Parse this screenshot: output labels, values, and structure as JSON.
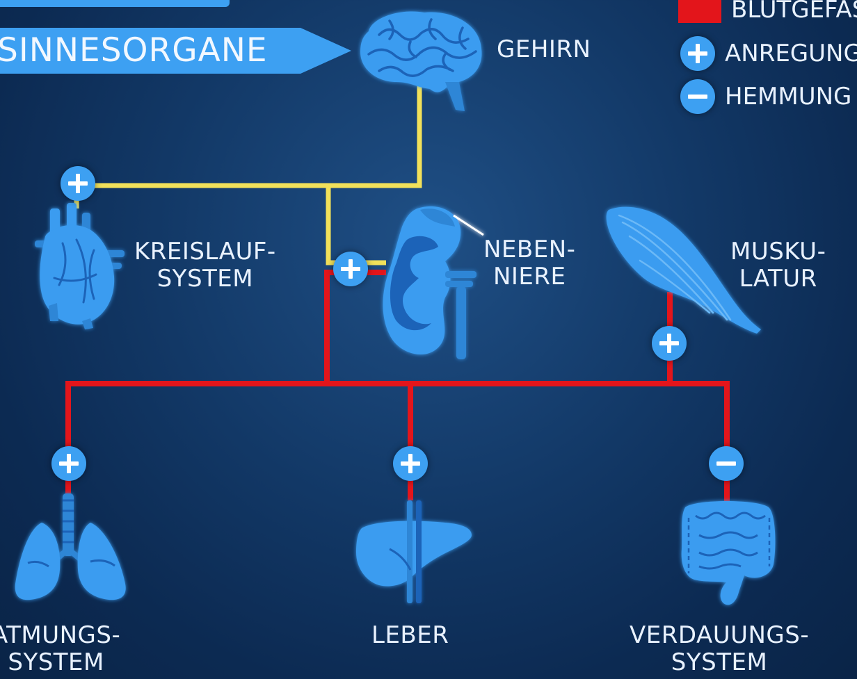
{
  "banner": {
    "label": "SINNESORGANE"
  },
  "legend": {
    "blood_vessel": "BLUTGEFÄSSE",
    "stimulation": "ANREGUNG",
    "inhibition": "HEMMUNG"
  },
  "organs": {
    "brain": "GEHIRN",
    "circulatory_line1": "KREISLAUF-",
    "circulatory_line2": "SYSTEM",
    "adrenal_line1": "NEBEN-",
    "adrenal_line2": "NIERE",
    "muscle_line1": "MUSKU-",
    "muscle_line2": "LATUR",
    "respiratory_line1": "ATMUNGS-",
    "respiratory_line2": "SYSTEM",
    "liver": "LEBER",
    "digestive_line1": "VERDAUUNGS-",
    "digestive_line2": "SYSTEM"
  },
  "effects": {
    "circulatory": "plus",
    "adrenal": "plus",
    "muscle": "plus",
    "respiratory": "plus",
    "liver": "plus",
    "digestive": "minus"
  },
  "colors": {
    "nerve_line": "#f2e15a",
    "blood_line": "#e3151b",
    "organ": "#3a9cf0",
    "organ_dark": "#1d63b8",
    "sign": "#3da0f2",
    "background": "#123866"
  }
}
